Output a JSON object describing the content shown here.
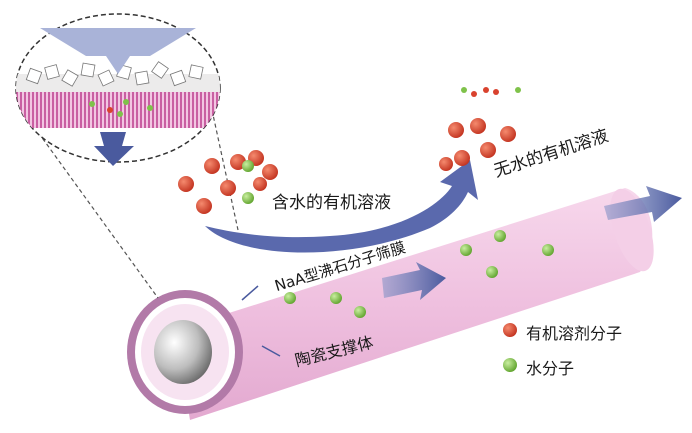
{
  "labels": {
    "wet_solution": "含水的有机溶液",
    "dry_solution": "无水的有机溶液",
    "membrane": "NaA型沸石分子筛膜",
    "support": "陶瓷支撑体"
  },
  "legend": {
    "organic": "有机溶剂分子",
    "water": "水分子"
  },
  "colors": {
    "organic_molecule": "#d9422e",
    "water_molecule": "#7fc24a",
    "membrane_pink": "#f2c6e2",
    "tube_rim": "#b27aa8",
    "flow_arrow": "#4a5a9e",
    "zeolite_layer": "#cf5fa6"
  },
  "icons": [
    "flow-arrow-icon",
    "ceramic-tube-icon",
    "zoom-circle-icon"
  ]
}
